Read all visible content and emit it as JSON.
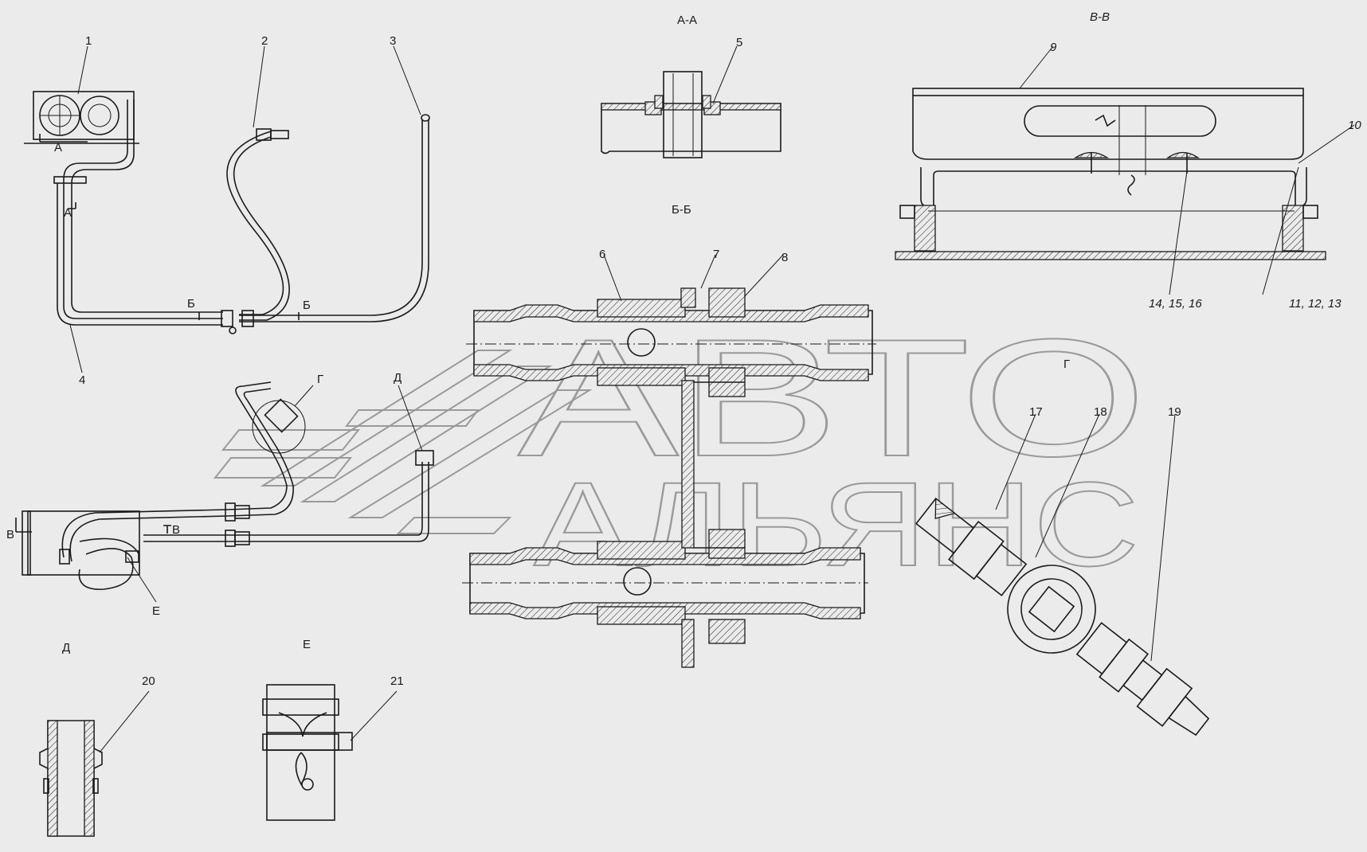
{
  "drawing": {
    "callouts": [
      "1",
      "2",
      "3",
      "4",
      "5",
      "6",
      "7",
      "8",
      "9",
      "10",
      "11, 12, 13",
      "14, 15, 16",
      "17",
      "18",
      "19",
      "20",
      "21"
    ],
    "section_titles": {
      "aa": "А-А",
      "bb": "Б-Б",
      "vv": "В-В",
      "g": "Г",
      "d": "Д",
      "e": "Е"
    },
    "cut_marks": {
      "a": "А",
      "b": "Б",
      "v": "В",
      "g": "Г",
      "d": "Д",
      "e": "Е"
    }
  },
  "watermark": {
    "line1": "АВТО",
    "line2": "АЛЬЯНС"
  }
}
